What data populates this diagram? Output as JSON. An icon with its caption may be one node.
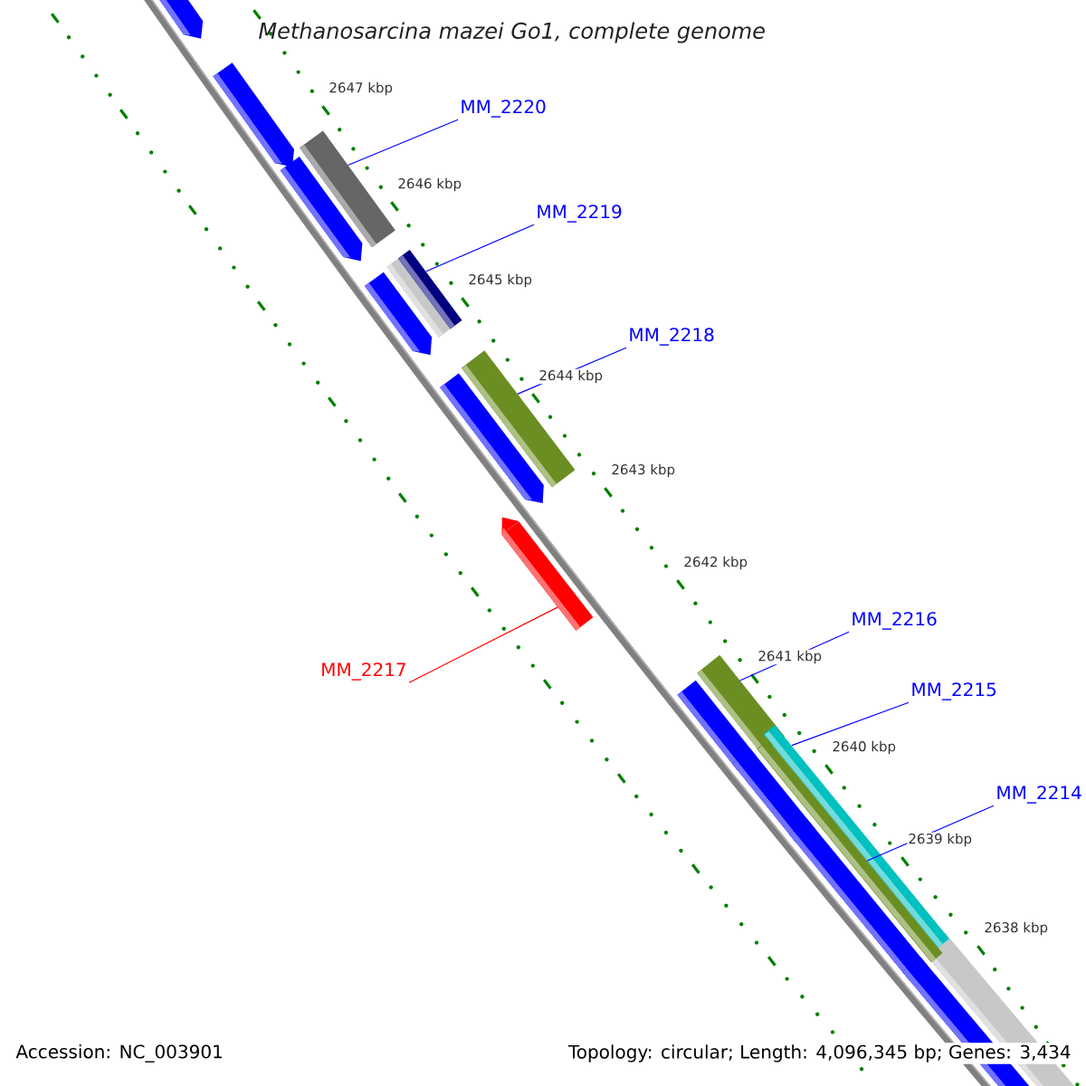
{
  "diagram": {
    "title": "Methanosarcina mazei Go1, complete genome",
    "nodes": [
      {
        "text": [
          "MM_2220"
        ]
      },
      {
        "text": [
          "MM_2219"
        ]
      },
      {
        "text": [
          "MM_2218"
        ]
      },
      {
        "text": [
          "MM_2216"
        ]
      },
      {
        "text": [
          "MM_2217"
        ]
      },
      {
        "text": [
          "MM_2215"
        ]
      },
      {
        "text": [
          "MM_2214"
        ]
      },
      {
        "text": [],
        "shape": "bar"
      },
      {
        "text": [],
        "shape": "bar"
      },
      {
        "text": [],
        "shape": "bar"
      },
      {
        "text": [],
        "shape": "bar"
      },
      {
        "text": [],
        "shape": "bar"
      },
      {
        "text": [],
        "shape": "bar"
      },
      {
        "text": [],
        "shape": "bar"
      }
    ],
    "edges": [
      {
        "from": 0,
        "to": 7,
        "arrow": "none"
      },
      {
        "from": 1,
        "to": 8,
        "arrow": "none"
      },
      {
        "from": 2,
        "to": 9,
        "arrow": "none"
      },
      {
        "from": 3,
        "to": 11,
        "arrow": "none"
      },
      {
        "from": 4,
        "to": 10,
        "arrow": "none",
        "color": "#ff0000"
      },
      {
        "from": 5,
        "to": 12,
        "arrow": "none"
      },
      {
        "from": 6,
        "to": 13,
        "arrow": "none"
      }
    ],
    "labels": [
      "2647 kbp",
      "2646 kbp",
      "2645 kbp",
      "2644 kbp",
      "2643 kbp",
      "2642 kbp",
      "2641 kbp",
      "2640 kbp",
      "2639 kbp",
      "2638 kbp",
      "Accession: NC_003901",
      "Topology: circular; Length: 4,096,345 bp; Genes: 3,434"
    ]
  }
}
